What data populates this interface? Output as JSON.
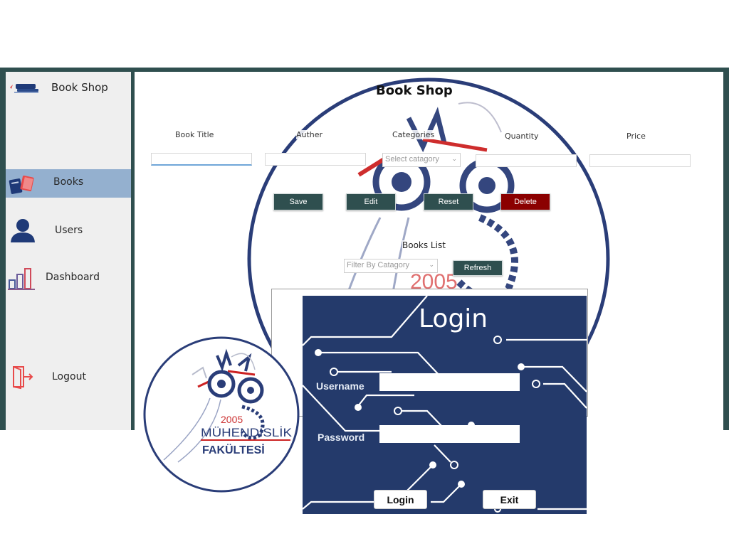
{
  "app": {
    "brand": "Book Shop",
    "theme": {
      "frame": "#2f4f4f",
      "sidebar": "#efefef",
      "active_nav": "#94b0cf",
      "accent_navy": "#243a6b",
      "danger": "#8b0000"
    }
  },
  "sidebar": {
    "items": [
      {
        "label": "Books",
        "icon": "books-icon",
        "active": true
      },
      {
        "label": "Users",
        "icon": "user-icon",
        "active": false
      },
      {
        "label": "Dashboard",
        "icon": "bar-chart-icon",
        "active": false
      },
      {
        "label": "Logout",
        "icon": "logout-door-icon",
        "active": false
      }
    ]
  },
  "main": {
    "title": "Book Shop",
    "form": {
      "fields": [
        {
          "label": "Book Title",
          "value": ""
        },
        {
          "label": "Auther",
          "value": ""
        },
        {
          "label": "Categories",
          "placeholder": "Select catagory"
        },
        {
          "label": "Quantity",
          "value": ""
        },
        {
          "label": "Price",
          "value": ""
        }
      ]
    },
    "buttons": {
      "save": "Save",
      "edit": "Edit",
      "reset": "Reset",
      "delete": "Delete"
    },
    "list": {
      "title": "Books List",
      "filter_placeholder": "Filter By Catagory",
      "refresh": "Refresh"
    },
    "watermark": {
      "year": "2005"
    }
  },
  "logo": {
    "year": "2005",
    "line1": "MÜHENDİSLİK",
    "line2": "FAKÜLTESİ"
  },
  "login": {
    "title": "Login",
    "username_label": "Username",
    "username_value": "",
    "password_label": "Password",
    "password_value": "",
    "login_button": "Login",
    "exit_button": "Exit"
  }
}
